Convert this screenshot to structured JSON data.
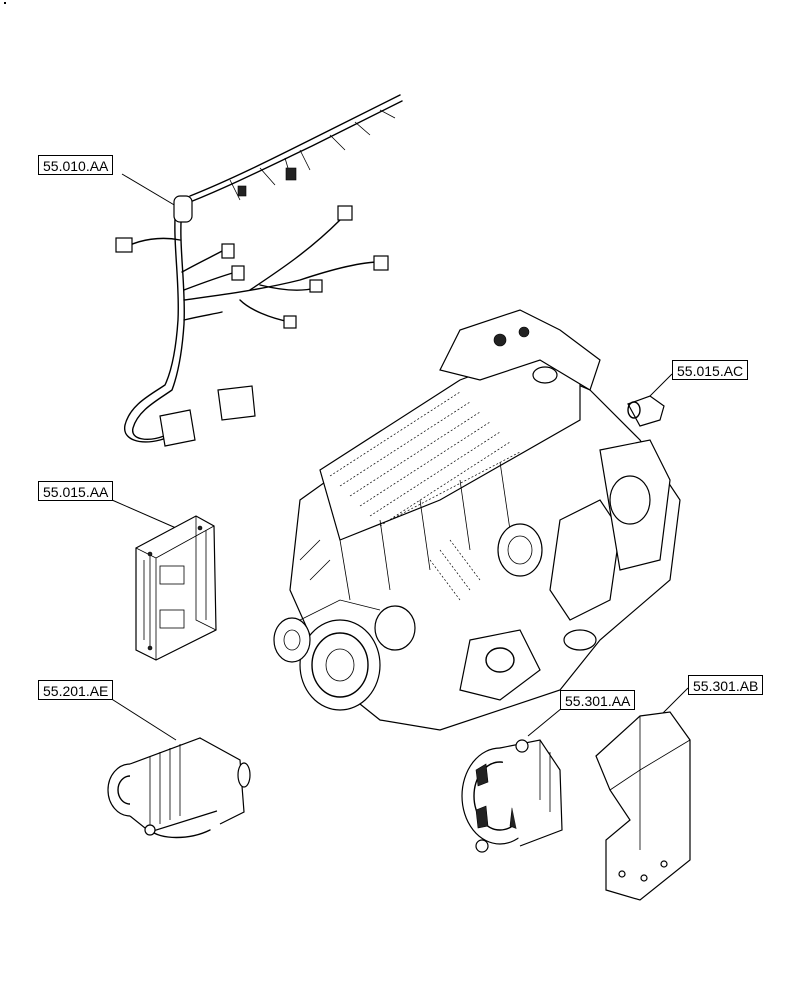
{
  "diagram": {
    "callouts": [
      {
        "id": "harness",
        "label": "55.010.AA"
      },
      {
        "id": "sensor",
        "label": "55.015.AC"
      },
      {
        "id": "ecu",
        "label": "55.015.AA"
      },
      {
        "id": "starter",
        "label": "55.201.AE"
      },
      {
        "id": "alternator",
        "label": "55.301.AA"
      },
      {
        "id": "bracket",
        "label": "55.301.AB"
      }
    ]
  }
}
